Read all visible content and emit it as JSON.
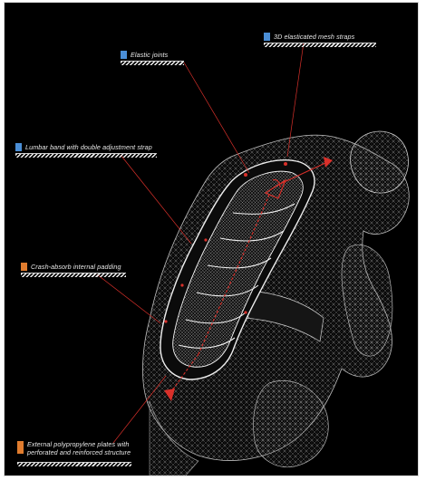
{
  "colors": {
    "background": "#000000",
    "blue": "#4a8ed6",
    "orange": "#e07c2e",
    "red_accent": "#d9302a"
  },
  "callouts": [
    {
      "id": "elastic-joints",
      "text": "Elastic joints",
      "color": "blue"
    },
    {
      "id": "mesh-straps",
      "text": "3D elasticated mesh straps",
      "color": "blue"
    },
    {
      "id": "lumbar-band",
      "text": "Lumbar band with double adjustment strap",
      "color": "blue"
    },
    {
      "id": "crash-padding",
      "text": "Crash-absorb internal padding",
      "color": "orange"
    },
    {
      "id": "external-plates",
      "text": "External polypropylene plates with perforated and reinforced structure",
      "color": "orange"
    }
  ]
}
